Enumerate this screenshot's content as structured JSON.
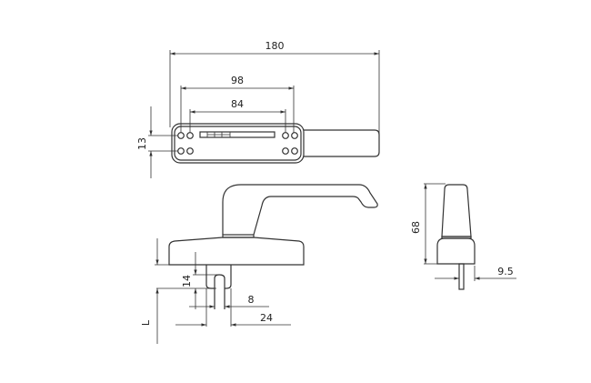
{
  "drawing": {
    "dimensions": {
      "overall_length": "180",
      "hole_spacing_outer": "98",
      "hole_spacing_inner": "84",
      "hole_row_spacing": "13",
      "slot_depth": "14",
      "slot_width": "8",
      "spindle_width": "24",
      "spindle_length": "L",
      "side_height": "68",
      "side_offset": "9.5"
    }
  }
}
